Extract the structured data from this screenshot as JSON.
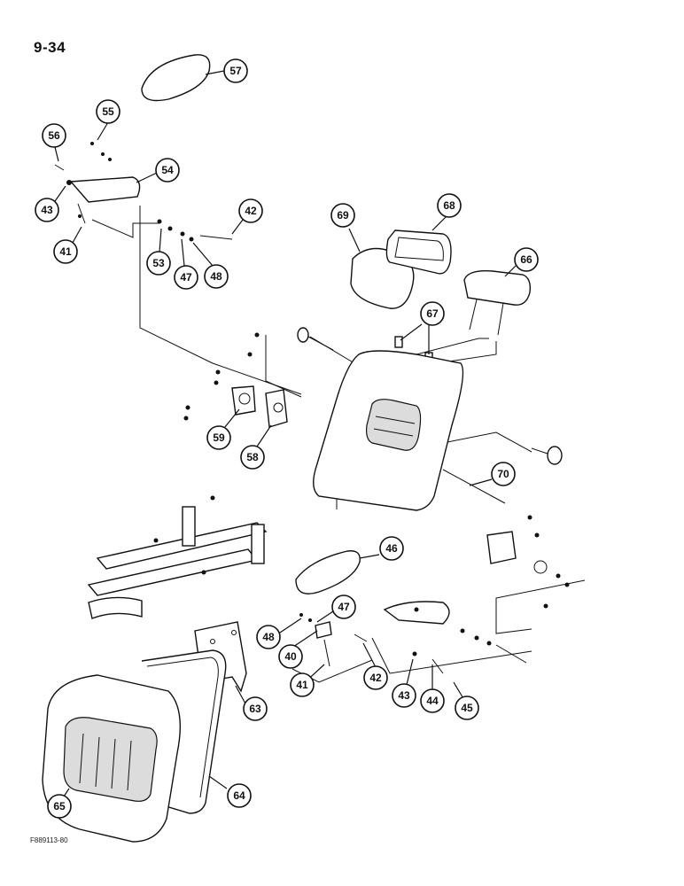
{
  "header": {
    "page_code": "9-34"
  },
  "footer": {
    "figure_id": "F889113-80"
  },
  "callouts": [
    {
      "number": "57"
    },
    {
      "number": "55"
    },
    {
      "number": "56"
    },
    {
      "number": "54"
    },
    {
      "number": "43"
    },
    {
      "number": "41"
    },
    {
      "number": "42"
    },
    {
      "number": "53"
    },
    {
      "number": "47"
    },
    {
      "number": "48"
    },
    {
      "number": "69"
    },
    {
      "number": "68"
    },
    {
      "number": "66"
    },
    {
      "number": "67"
    },
    {
      "number": "59"
    },
    {
      "number": "58"
    },
    {
      "number": "70"
    },
    {
      "number": "46"
    },
    {
      "number": "47"
    },
    {
      "number": "48"
    },
    {
      "number": "40"
    },
    {
      "number": "41"
    },
    {
      "number": "42"
    },
    {
      "number": "43"
    },
    {
      "number": "44"
    },
    {
      "number": "45"
    },
    {
      "number": "63"
    },
    {
      "number": "64"
    },
    {
      "number": "65"
    }
  ]
}
